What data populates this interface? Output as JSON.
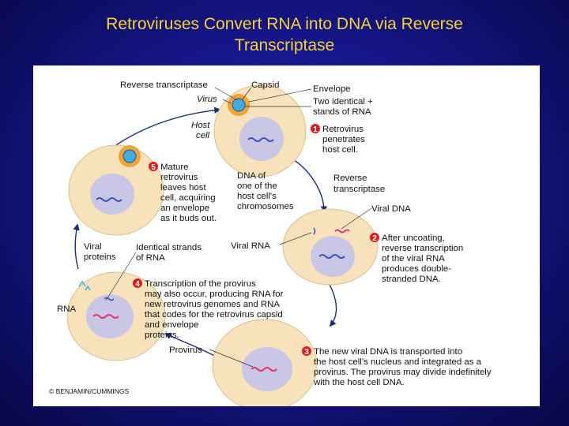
{
  "slide": {
    "title_line1": "Retroviruses Convert RNA into DNA via Reverse",
    "title_line2": "Transcriptase"
  },
  "colors": {
    "background": "#16168a",
    "title": "#f4d33a",
    "cell": "#f7e2bb",
    "nucleus": "#c9c6e6",
    "step_badge": "#d81e1e",
    "arrow": "#1a2f7a",
    "viral_nucleic_acid": "#e8336e",
    "host_dna": "#3b56b8",
    "virus_core": "#45a9de",
    "virus_envelope": "#f1a33b"
  },
  "figure": {
    "labels": {
      "reverse_transcriptase_top": "Reverse transcriptase",
      "capsid": "Capsid",
      "envelope": "Envelope",
      "virus": "Virus",
      "two_identical_l1": "Two identical +",
      "two_identical_l2": "stands of RNA",
      "host_cell_l1": "Host",
      "host_cell_l2": "cell",
      "dna_host_l1": "DNA of",
      "dna_host_l2": "one of the",
      "dna_host_l3": "host cell’s",
      "dna_host_l4": "chromosomes",
      "reverse_transcriptase_l1": "Reverse",
      "reverse_transcriptase_l2": "transcriptase",
      "viral_dna": "Viral DNA",
      "viral_rna": "Viral RNA",
      "viral_proteins_l1": "Viral",
      "viral_proteins_l2": "proteins",
      "identical_strands_l1": "Identical strands",
      "identical_strands_l2": "of RNA",
      "rna": "RNA",
      "provirus": "Provirus",
      "copyright": "© BENJAMIN/CUMMINGS"
    },
    "steps": [
      {
        "number": "1",
        "lines": [
          "Retrovirus",
          "penetrates",
          "host cell."
        ]
      },
      {
        "number": "2",
        "lines": [
          "After uncoating,",
          "reverse transcription",
          "of the viral RNA",
          "produces double-",
          "stranded DNA."
        ]
      },
      {
        "number": "3",
        "lines": [
          "The new viral DNA is transported into",
          "the host cell’s nucleus and integrated as a",
          "provirus. The provirus may divide indefinitely",
          "with the host cell DNA."
        ]
      },
      {
        "number": "4",
        "lines": [
          "Transcription of the provirus",
          "may also occur, producing RNA for",
          "new retrovirus genomes and RNA",
          "that codes for the retrovirus capsid",
          "and envelope",
          "proteins."
        ]
      },
      {
        "number": "5",
        "lines": [
          "Mature",
          "retrovirus",
          "leaves host",
          "cell, acquiring",
          "an envelope",
          "as it buds out."
        ]
      }
    ]
  }
}
